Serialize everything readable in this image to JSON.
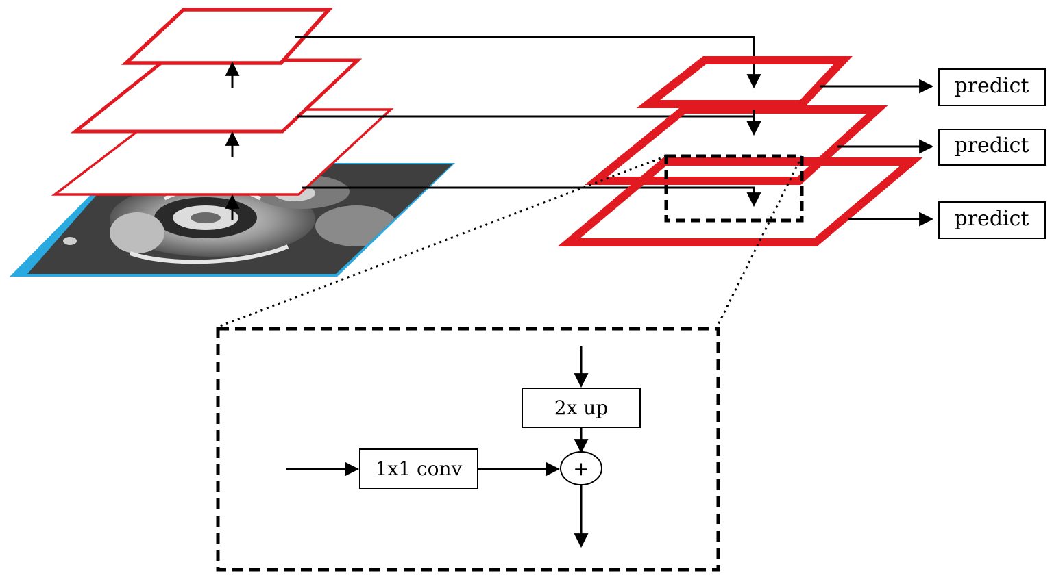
{
  "colors": {
    "pyramid_red": "#e11a22",
    "image_border_blue": "#29abe2",
    "arrow_black": "#000000",
    "mri_background": "#4a4a4a"
  },
  "predict_boxes": [
    "predict",
    "predict",
    "predict"
  ],
  "detail": {
    "upsample_label": "2x up",
    "conv_label": "1x1 conv",
    "merge_symbol": "+"
  },
  "icons": {
    "input_image": "cardiac-mri-image",
    "merge": "plus-circle-icon"
  }
}
